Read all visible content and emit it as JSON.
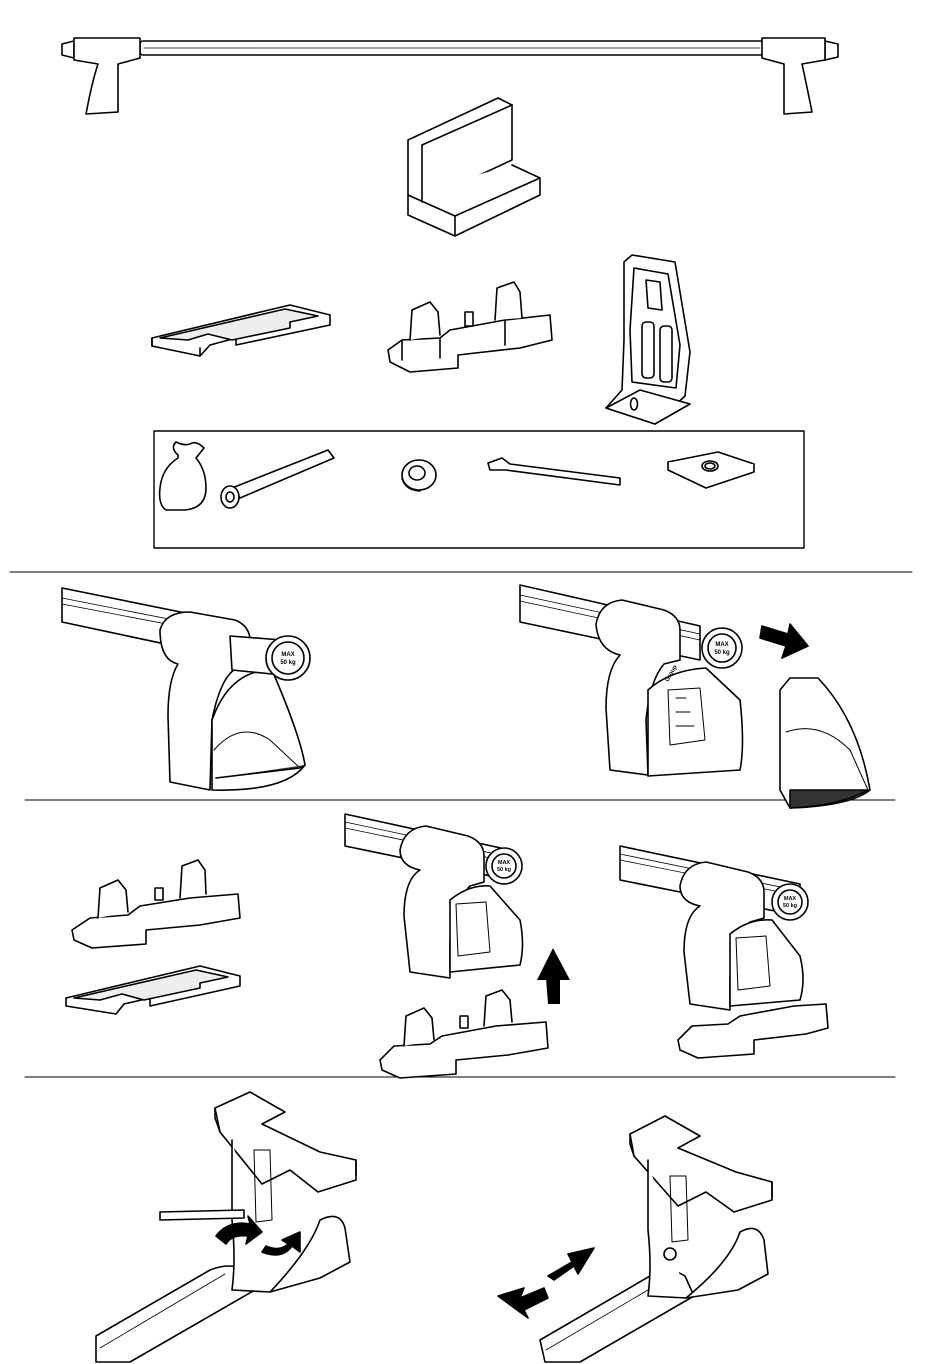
{
  "diagram": {
    "max_label": "MAX",
    "load_label": "50 kg",
    "brand_text": "Group",
    "colors": {
      "line": "#000000",
      "fill_light": "#ffffff",
      "fill_shade": "#d9d9d9",
      "fill_dark": "#111111"
    }
  }
}
